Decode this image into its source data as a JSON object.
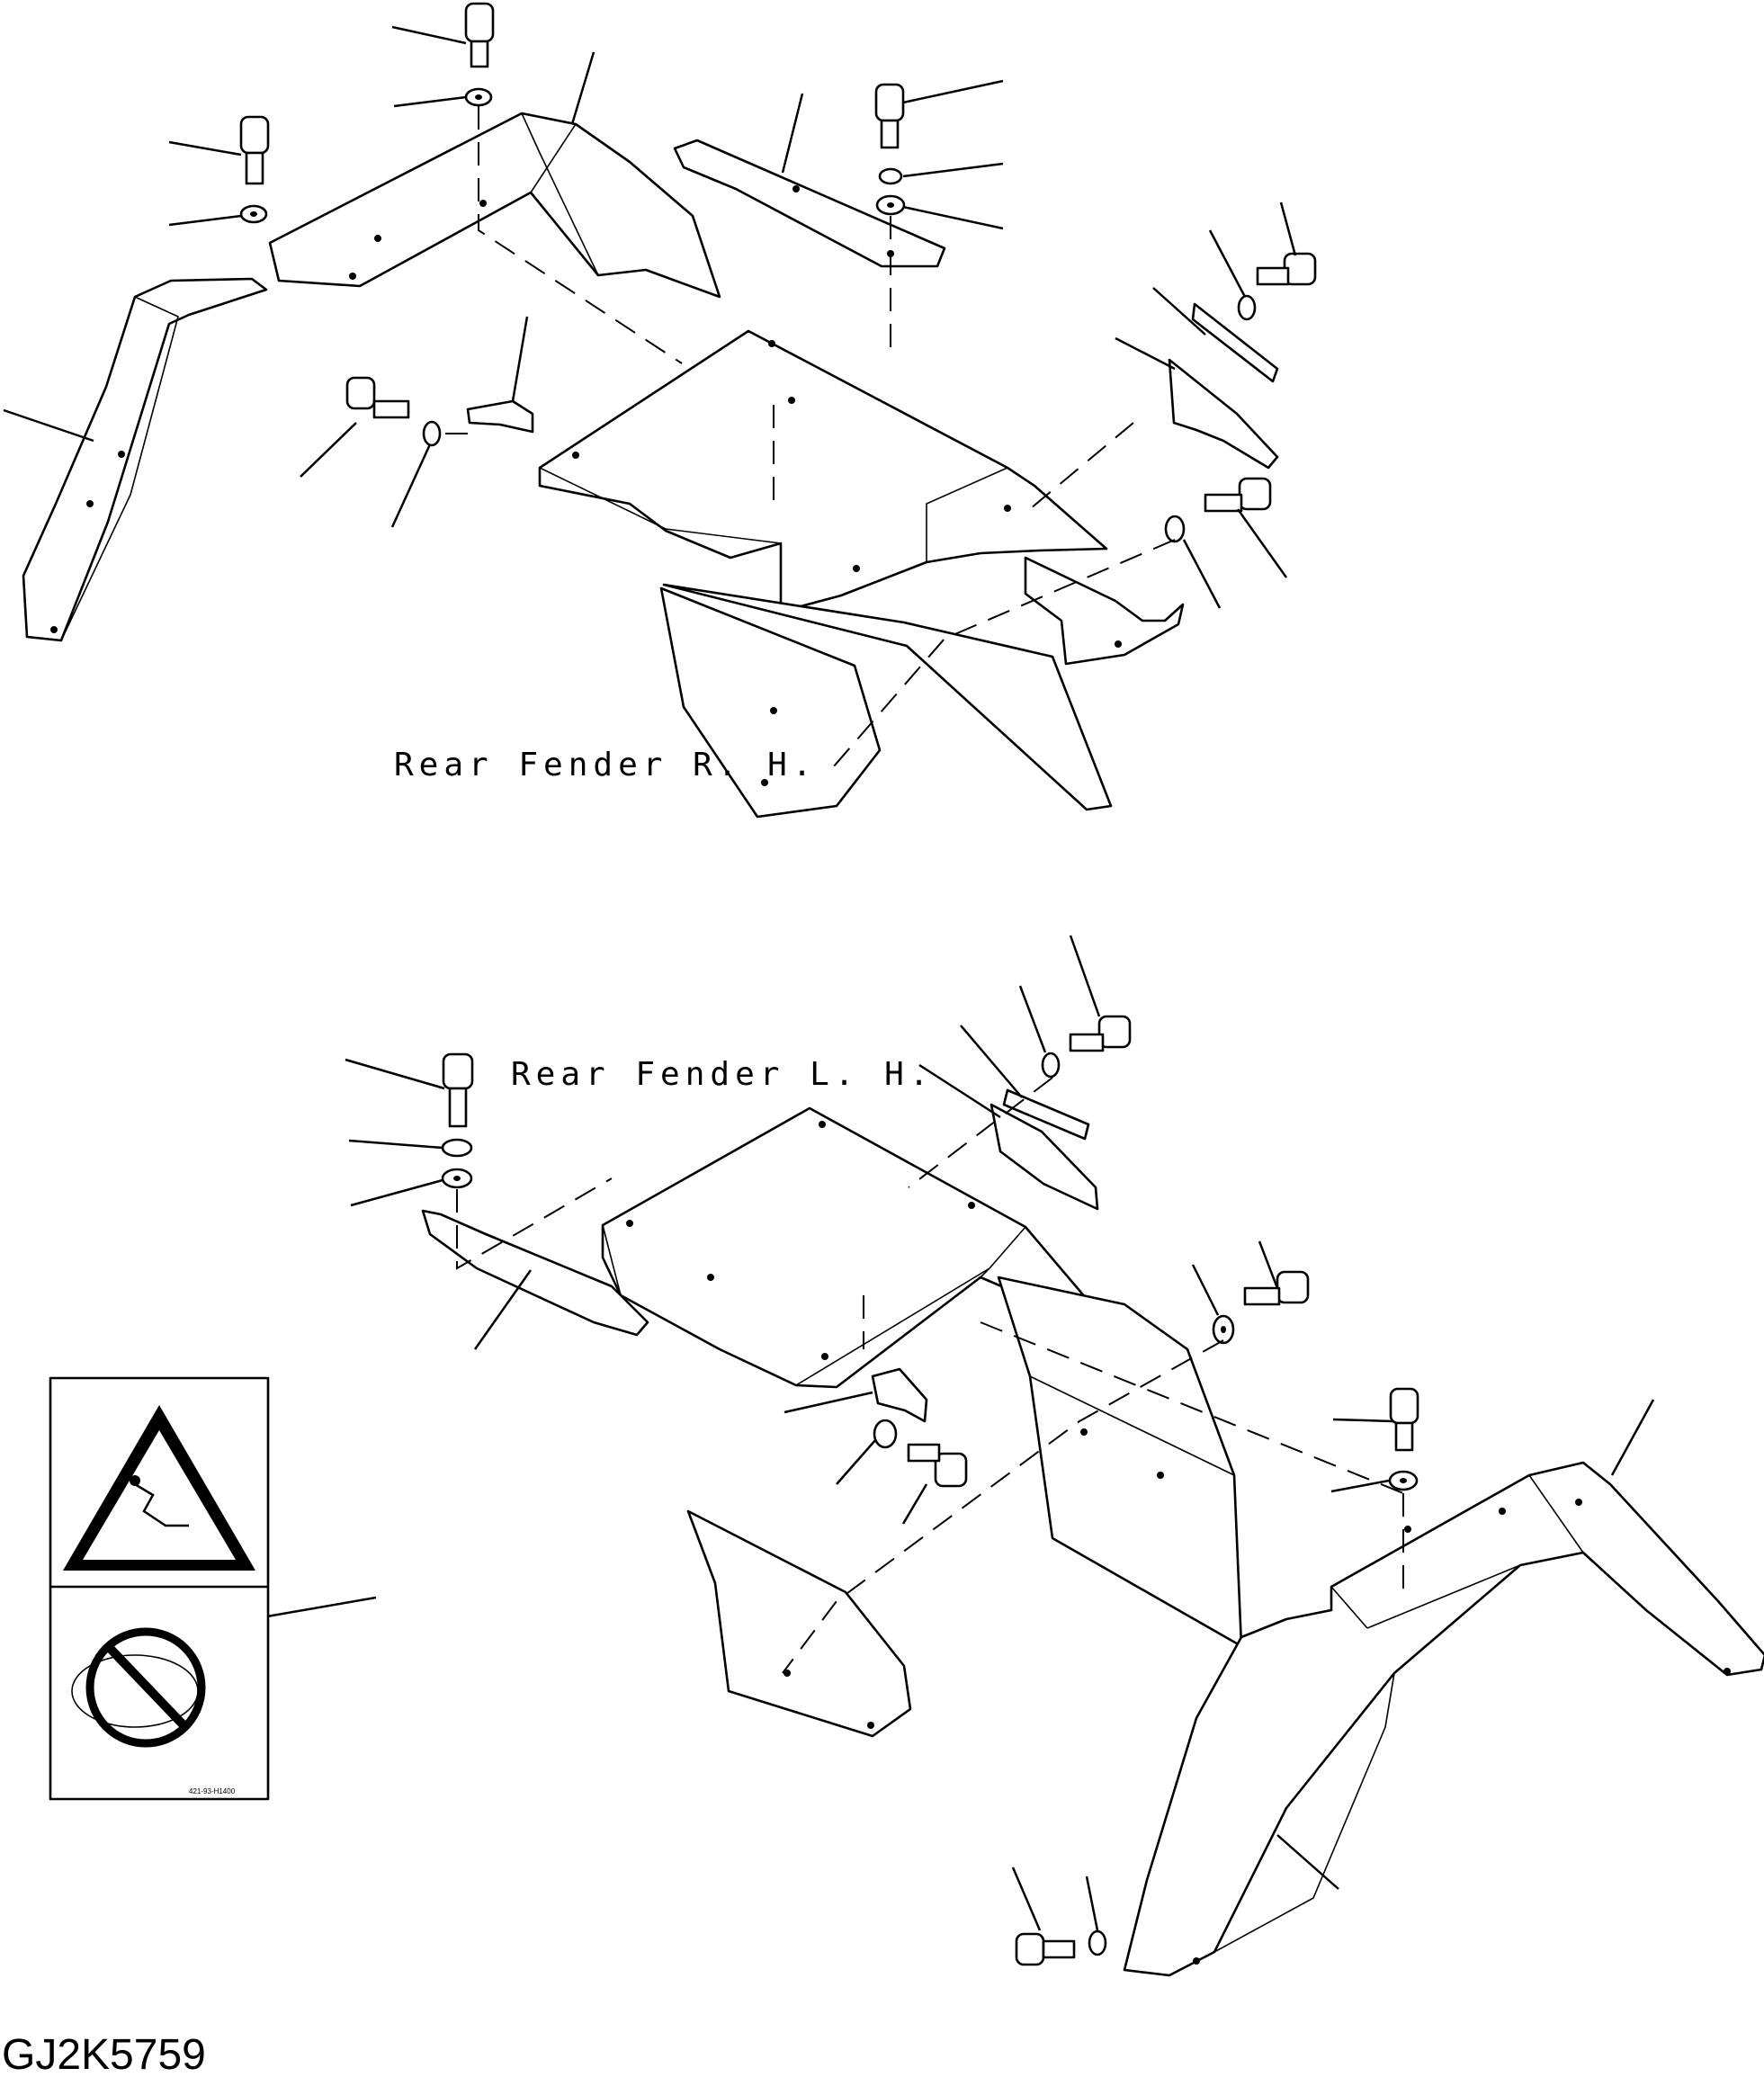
{
  "labels": {
    "rear_fender_rh": "Rear Fender R. H.",
    "rear_fender_lh": "Rear Fender L. H.",
    "drawing_code": "GJ2K5759",
    "decal_code": "421-93-H1400"
  }
}
